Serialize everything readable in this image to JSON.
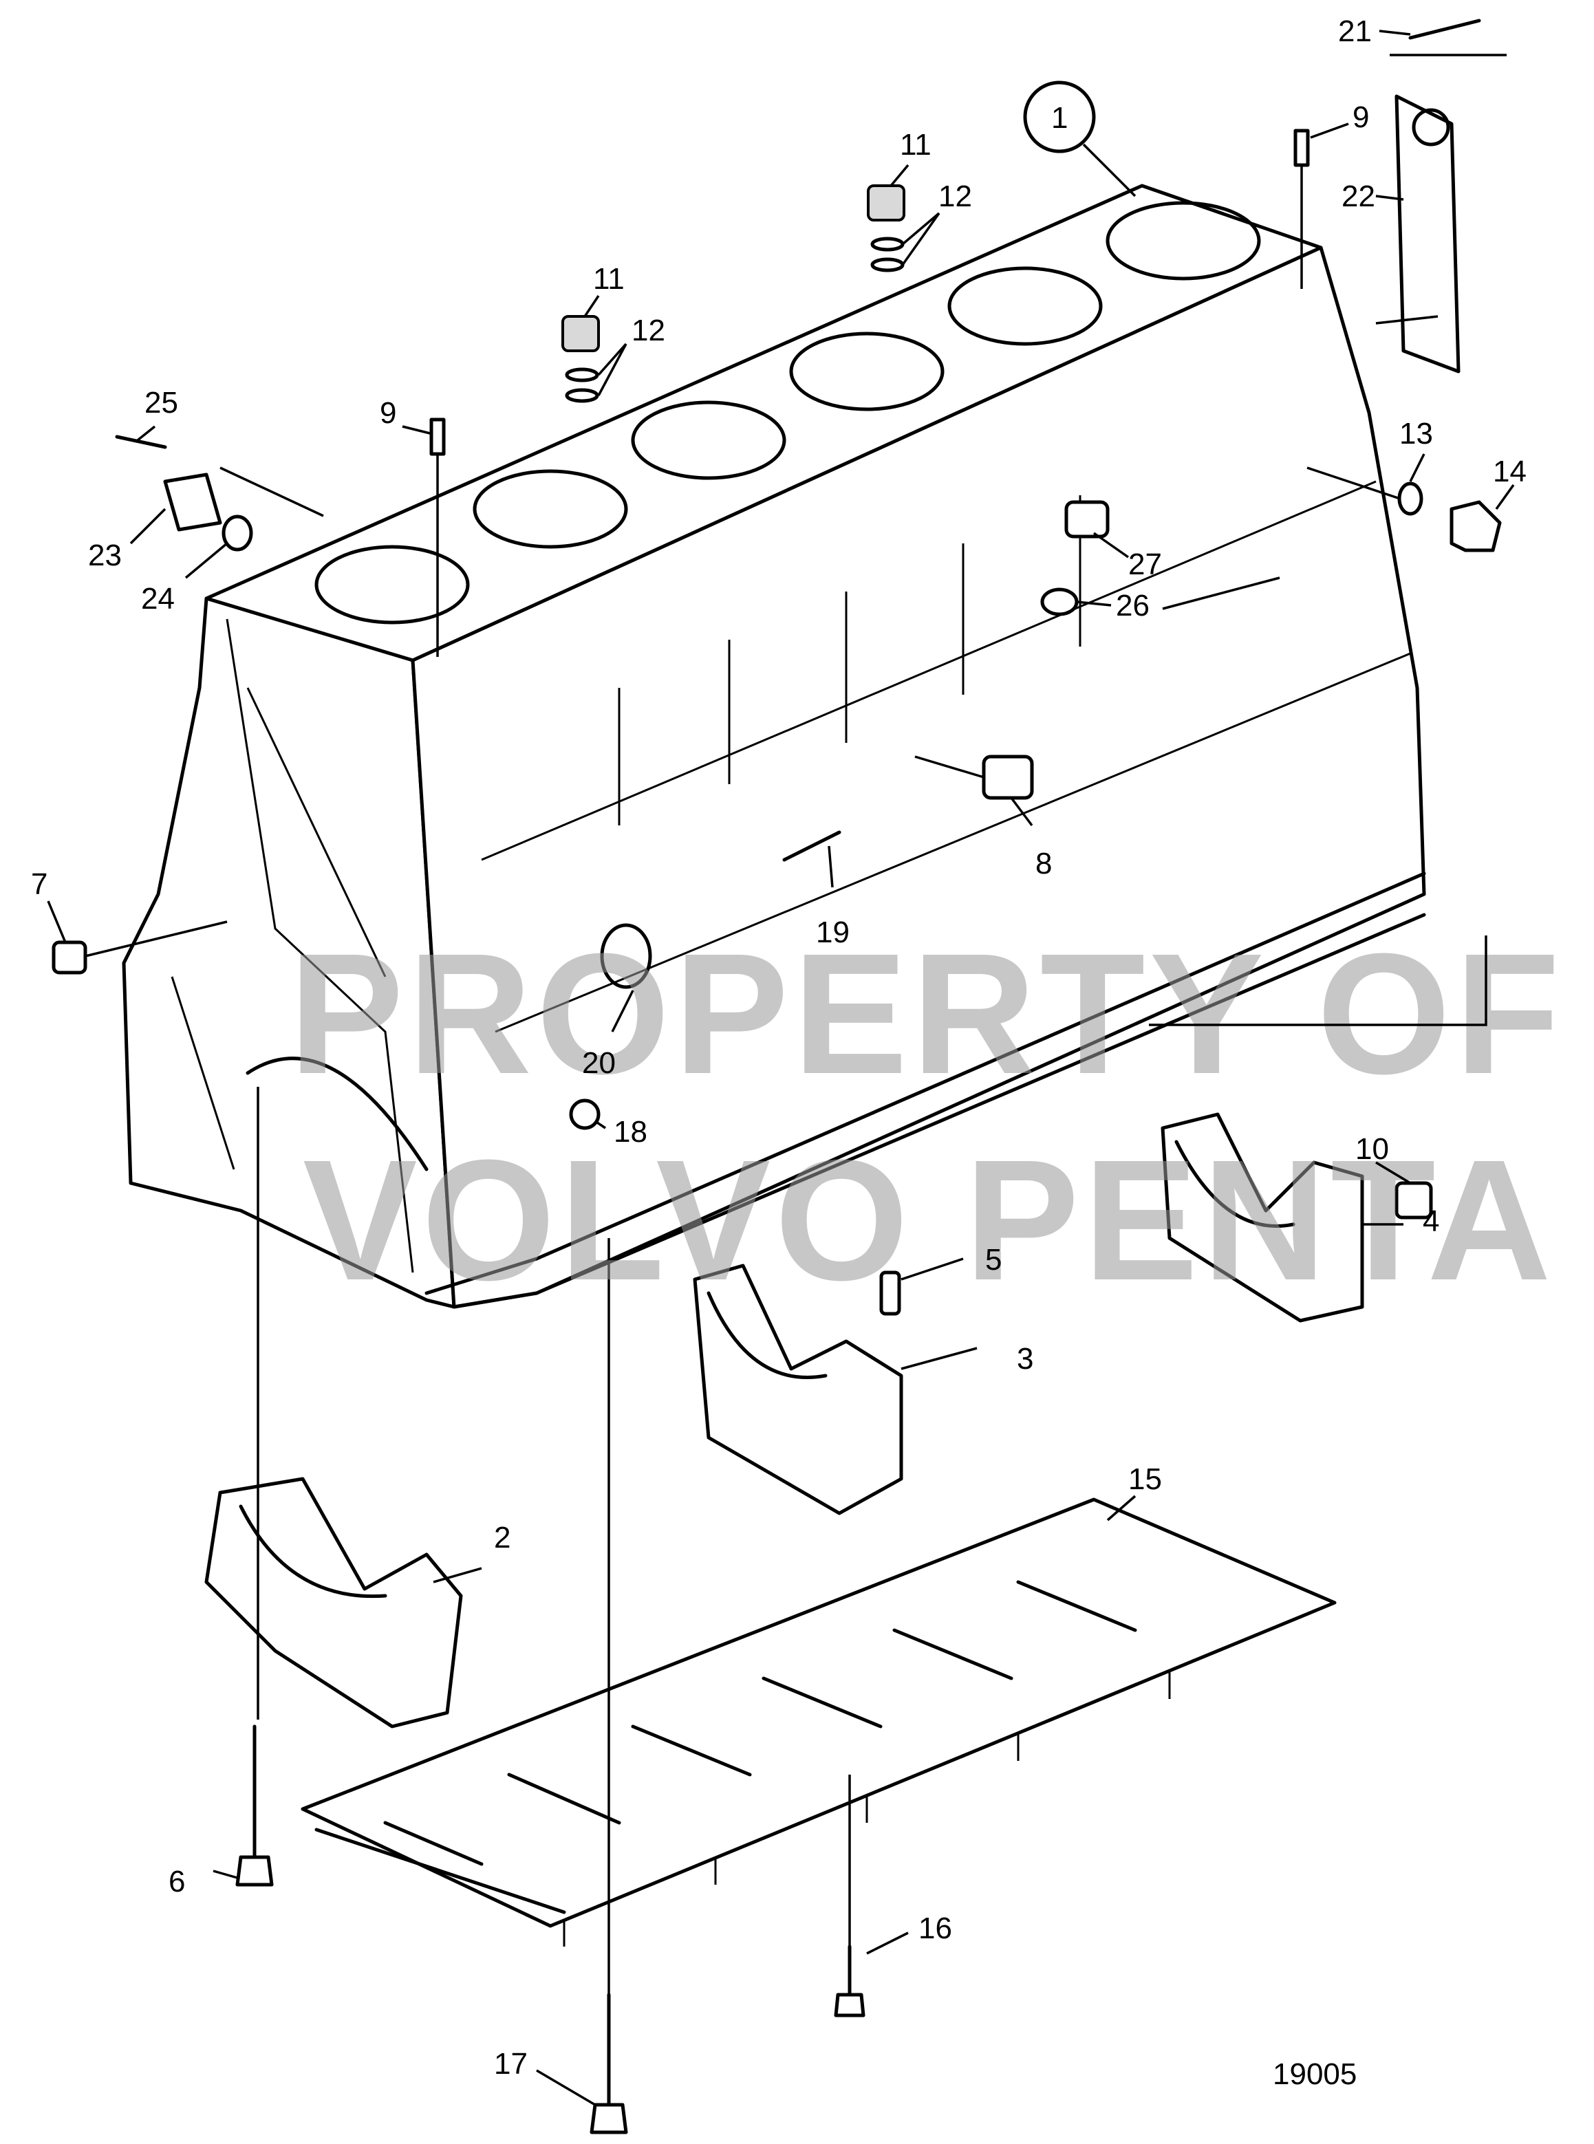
{
  "diagram": {
    "drawing_number": "19005",
    "watermark": [
      "PROPERTY OF",
      "VOLVO PENTA"
    ],
    "callouts": [
      {
        "id": "c1",
        "text": "1",
        "circled": true
      },
      {
        "id": "c2",
        "text": "2"
      },
      {
        "id": "c3",
        "text": "3"
      },
      {
        "id": "c4",
        "text": "4"
      },
      {
        "id": "c5",
        "text": "5"
      },
      {
        "id": "c6",
        "text": "6"
      },
      {
        "id": "c7",
        "text": "7"
      },
      {
        "id": "c8",
        "text": "8"
      },
      {
        "id": "c9a",
        "text": "9"
      },
      {
        "id": "c9b",
        "text": "9"
      },
      {
        "id": "c10",
        "text": "10"
      },
      {
        "id": "c11a",
        "text": "11"
      },
      {
        "id": "c11b",
        "text": "11"
      },
      {
        "id": "c12a",
        "text": "12"
      },
      {
        "id": "c12b",
        "text": "12"
      },
      {
        "id": "c13",
        "text": "13"
      },
      {
        "id": "c14",
        "text": "14"
      },
      {
        "id": "c15",
        "text": "15"
      },
      {
        "id": "c16",
        "text": "16"
      },
      {
        "id": "c17",
        "text": "17"
      },
      {
        "id": "c18",
        "text": "18"
      },
      {
        "id": "c19",
        "text": "19"
      },
      {
        "id": "c20",
        "text": "20"
      },
      {
        "id": "c21",
        "text": "21"
      },
      {
        "id": "c22",
        "text": "22"
      },
      {
        "id": "c23",
        "text": "23"
      },
      {
        "id": "c24",
        "text": "24"
      },
      {
        "id": "c25",
        "text": "25"
      },
      {
        "id": "c26",
        "text": "26"
      },
      {
        "id": "c27",
        "text": "27"
      }
    ]
  }
}
